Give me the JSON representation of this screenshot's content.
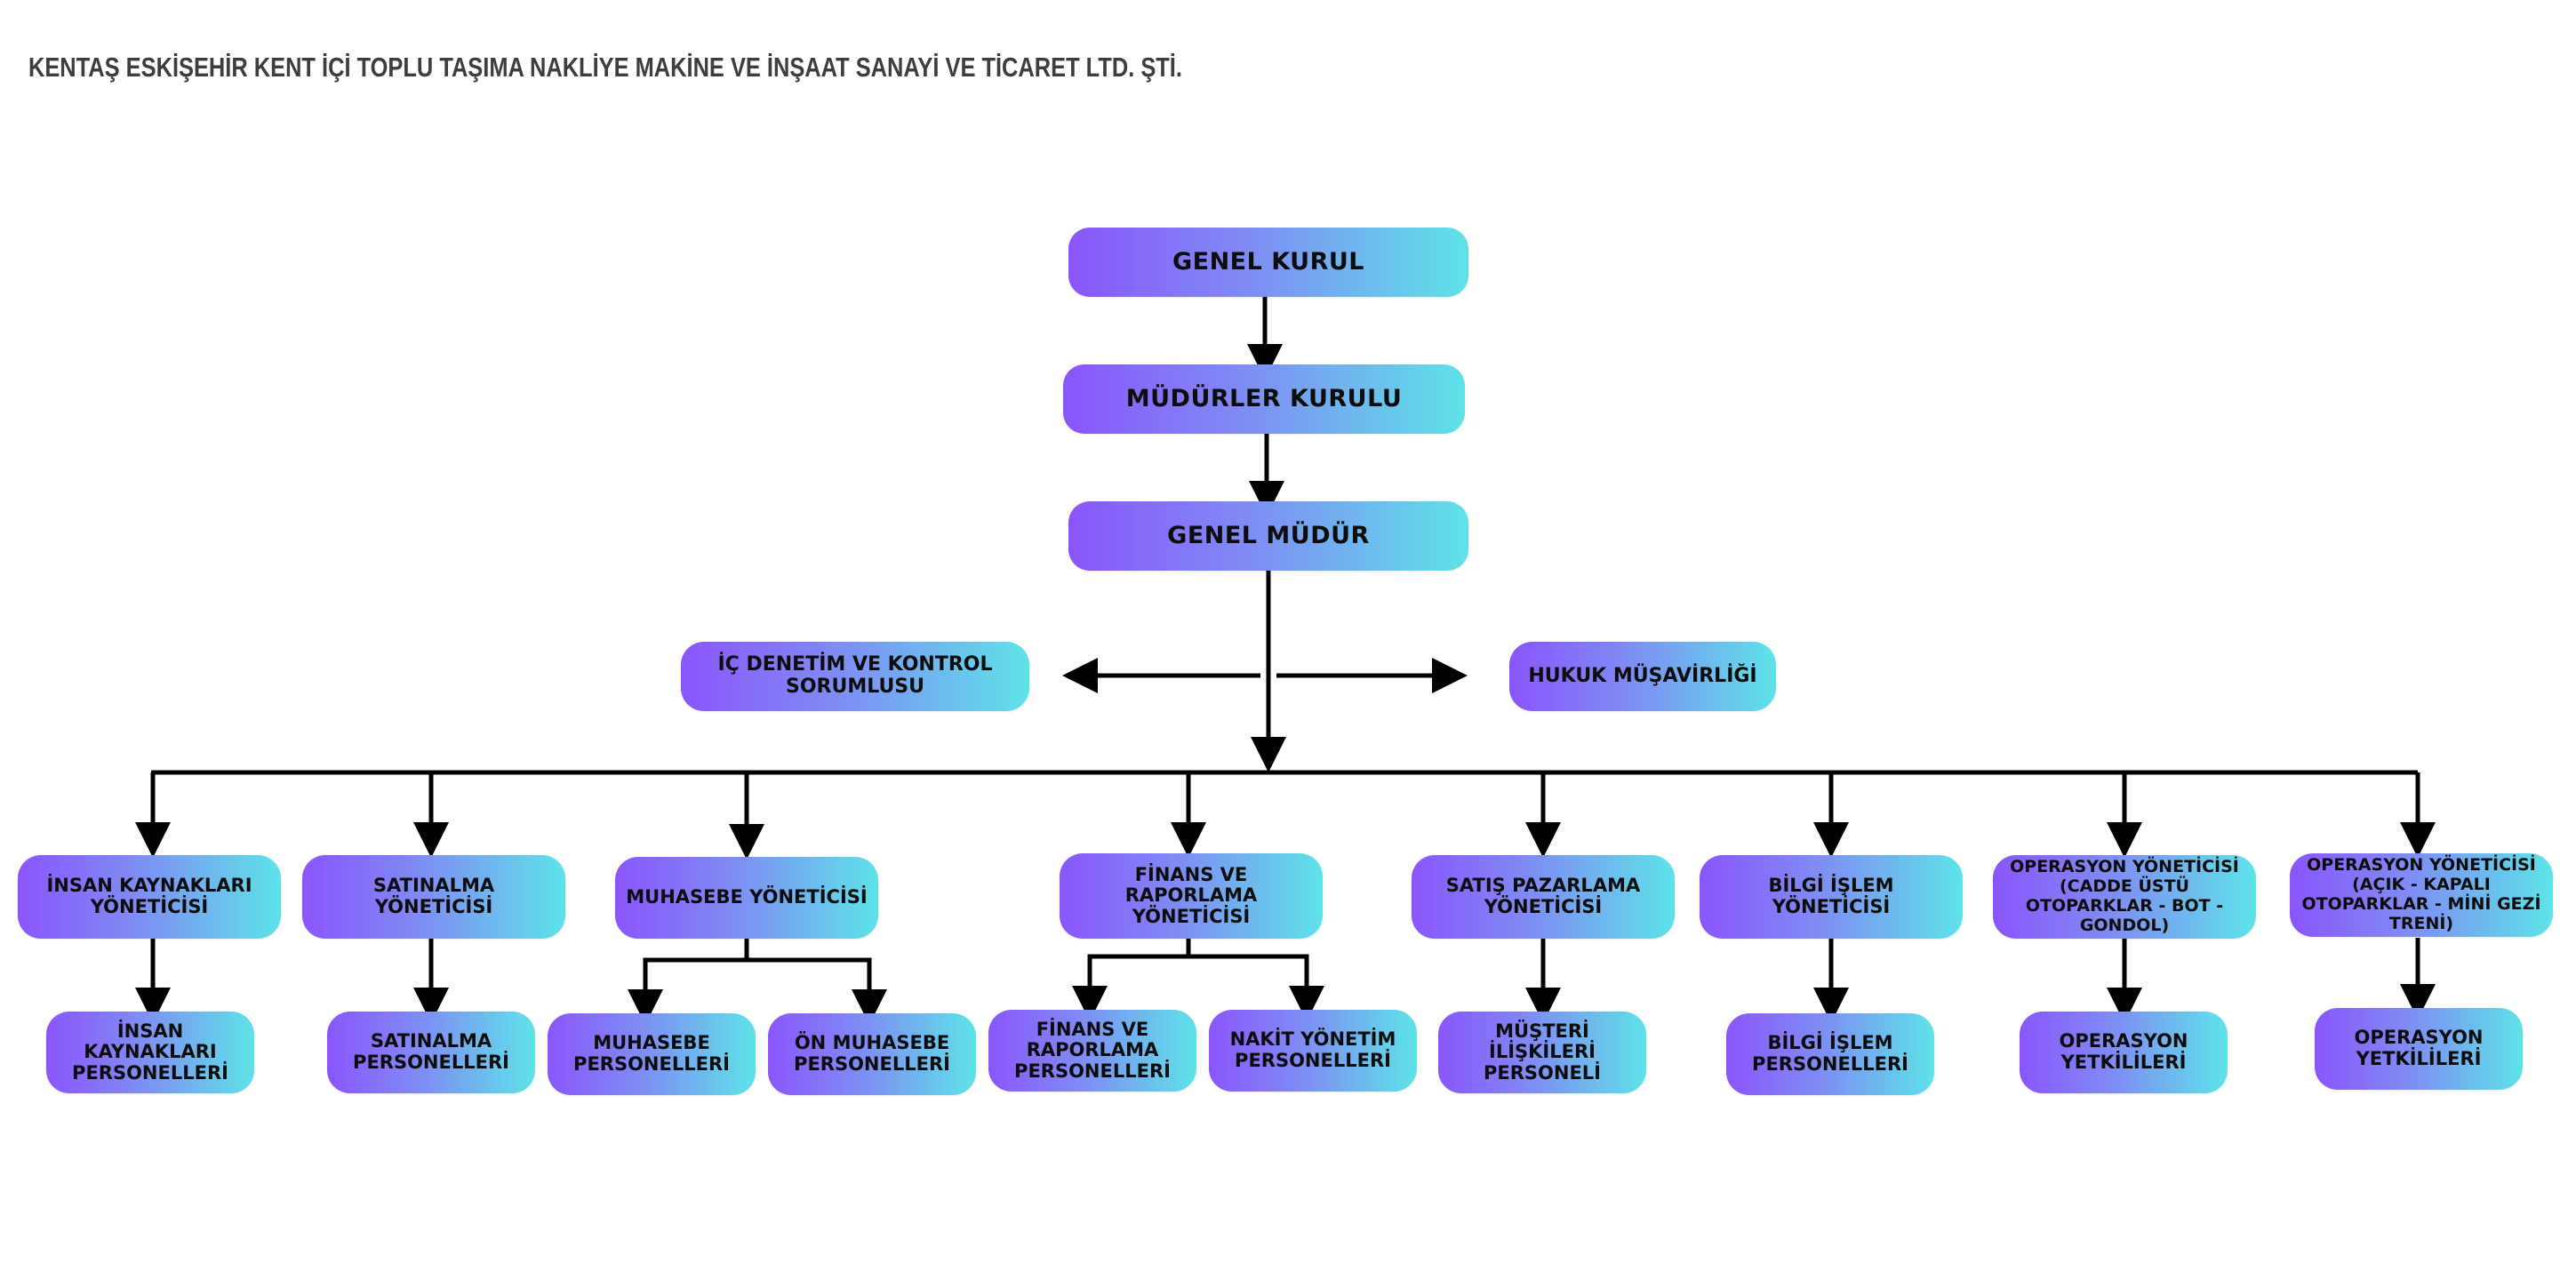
{
  "header": {
    "title": "KENTAŞ ESKİŞEHİR KENT İÇİ TOPLU TAŞIMA NAKLİYE MAKİNE VE İNŞAAT SANAYİ VE TİCARET LTD. ŞTİ."
  },
  "colors": {
    "gradient_start": "#8a55fc",
    "gradient_mid": "#7f8cf4",
    "gradient_end": "#5ee3e8",
    "connector": "#000000",
    "title": "#3d3d3d"
  },
  "chart": {
    "top": {
      "genel_kurul": "GENEL KURUL",
      "mudurler_kurulu": "MÜDÜRLER KURULU",
      "genel_mudur": "GENEL MÜDÜR"
    },
    "staff": {
      "ic_denetim": "İÇ DENETİM VE KONTROL SORUMLUSU",
      "hukuk": "HUKUK MÜŞAVİRLİĞİ"
    },
    "managers": {
      "insan_kaynaklari": "İNSAN KAYNAKLARI YÖNETİCİSİ",
      "satinalma": "SATINALMA YÖNETİCİSİ",
      "muhasebe": "MUHASEBE YÖNETİCİSİ",
      "finans": "FİNANS VE RAPORLAMA YÖNETİCİSİ",
      "satis": "SATIŞ PAZARLAMA YÖNETİCİSİ",
      "bilgi_islem": "BİLGİ İŞLEM YÖNETİCİSİ",
      "operasyon_cadde": "OPERASYON YÖNETİCİSİ (CADDE ÜSTÜ OTOPARKLAR - BOT - GONDOL)",
      "operasyon_kapali": "OPERASYON YÖNETİCİSİ (AÇIK - KAPALI OTOPARKLAR - MİNİ GEZİ TRENİ)"
    },
    "staff_units": {
      "insan_kaynaklari": "İNSAN KAYNAKLARI PERSONELLERİ",
      "satinalma": "SATINALMA PERSONELLERİ",
      "muhasebe": "MUHASEBE PERSONELLERİ",
      "on_muhasebe": "ÖN MUHASEBE PERSONELLERİ",
      "finans": "FİNANS VE RAPORLAMA PERSONELLERİ",
      "nakit": "NAKİT YÖNETİM PERSONELLERİ",
      "musteri": "MÜŞTERİ İLİŞKİLERİ PERSONELİ",
      "bilgi_islem": "BİLGİ İŞLEM PERSONELLERİ",
      "operasyon_cadde": "OPERASYON YETKİLİLERİ",
      "operasyon_kapali": "OPERASYON YETKİLİLERİ"
    }
  }
}
